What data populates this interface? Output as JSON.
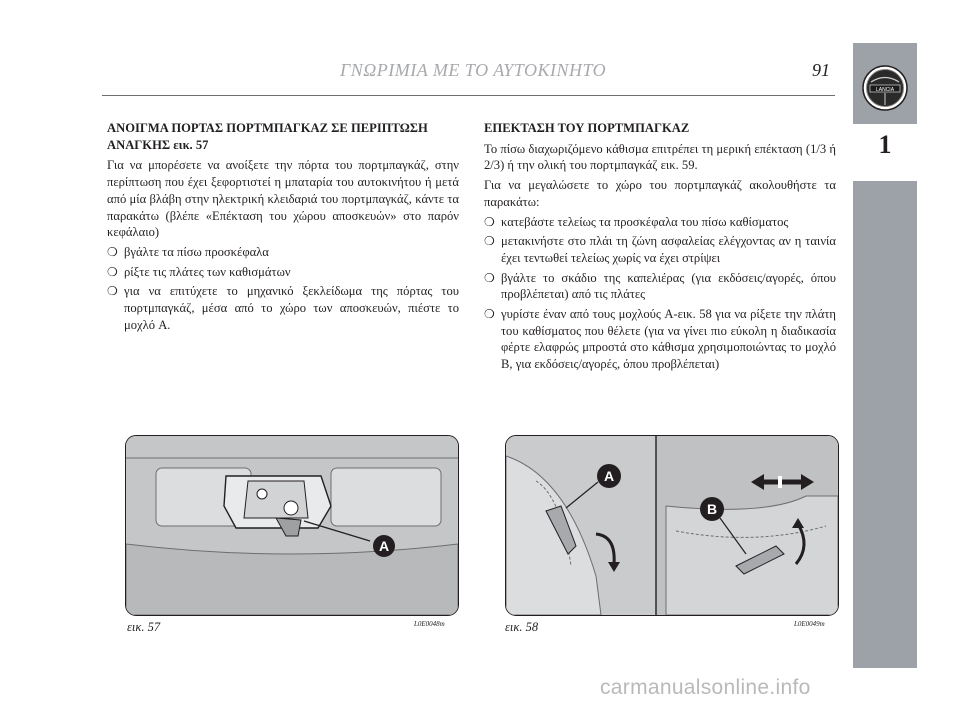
{
  "header": {
    "title": "ΓΝΩΡΙΜΙΑ ΜΕ ΤΟ ΑΥΤΟΚΙΝΗΤΟ",
    "page_number": "91"
  },
  "side_tab": {
    "chapter_number": "1",
    "logo_text": "LANCIA"
  },
  "left_column": {
    "heading": "ΑΝΟΙΓΜΑ ΠΟΡΤΑΣ ΠΟΡΤΜΠΑΓΚΑΖ ΣΕ ΠΕΡΙΠΤΩΣΗ ΑΝΑΓΚΗΣ",
    "heading_ref": "εικ. 57",
    "intro": "Για να μπορέσετε να ανοίξετε την πόρτα του πορτμπαγκάζ, στην περίπτωση που έχει ξεφορτιστεί η μπαταρία του αυτοκινήτου ή μετά από μία βλάβη στην ηλεκτρική κλειδαριά του πορτμπαγκάζ, κάντε τα παρακάτω (βλέπε «Επέκταση του χώρου αποσκευών» στο παρόν κεφάλαιο)",
    "bullets": [
      "βγάλτε τα πίσω προσκέφαλα",
      "ρίξτε τις πλάτες των καθισμάτων",
      "για να επιτύχετε το μηχανικό ξεκλείδωμα της πόρτας του πορτμπαγκάζ, μέσα από το χώρο των αποσκευών, πιέστε το μοχλό A."
    ]
  },
  "right_column": {
    "heading": "ΕΠΕΚΤΑΣΗ ΤΟΥ ΠΟΡΤΜΠΑΓΚΑΖ",
    "intro_1": "Το πίσω διαχωριζόμενο κάθισμα επιτρέπει τη μερική επέκταση (1/3 ή 2/3) ή την ολική του πορτμπαγκάζ εικ. 59.",
    "intro_2": "Για να μεγαλώσετε το χώρο του πορτμπαγκάζ ακολουθήστε τα παρακάτω:",
    "bullets": [
      "κατεβάστε τελείως τα προσκέφαλα του πίσω καθίσματος",
      "μετακινήστε στο πλάι τη ζώνη ασφαλείας ελέγχοντας αν η ταινία έχει τεντωθεί τελείως χωρίς να έχει στρίψει",
      "βγάλτε το σκάδιο της καπελιέρας (για εκδόσεις/αγορές, όπου προβλέπεται) από τις πλάτες",
      "γυρίστε έναν από τους μοχλούς A-εικ. 58 για να ρίξετε την πλάτη του καθίσματος που θέλετε (για να γίνει πιο εύκολη η διαδικασία φέρτε ελαφρώς μπροστά στο κάθισμα χρησιμοποιώντας το μοχλό B, για εκδόσεις/αγορές, όπου προβλέπεται)"
    ]
  },
  "bullet_glyph": "❍",
  "figures": [
    {
      "caption": "εικ. 57",
      "code": "L0E0048m",
      "labels": [
        "A"
      ]
    },
    {
      "caption": "εικ. 58",
      "code": "L0E0049m",
      "labels": [
        "A",
        "B"
      ]
    }
  ],
  "watermark": "carmanualsonline.info"
}
